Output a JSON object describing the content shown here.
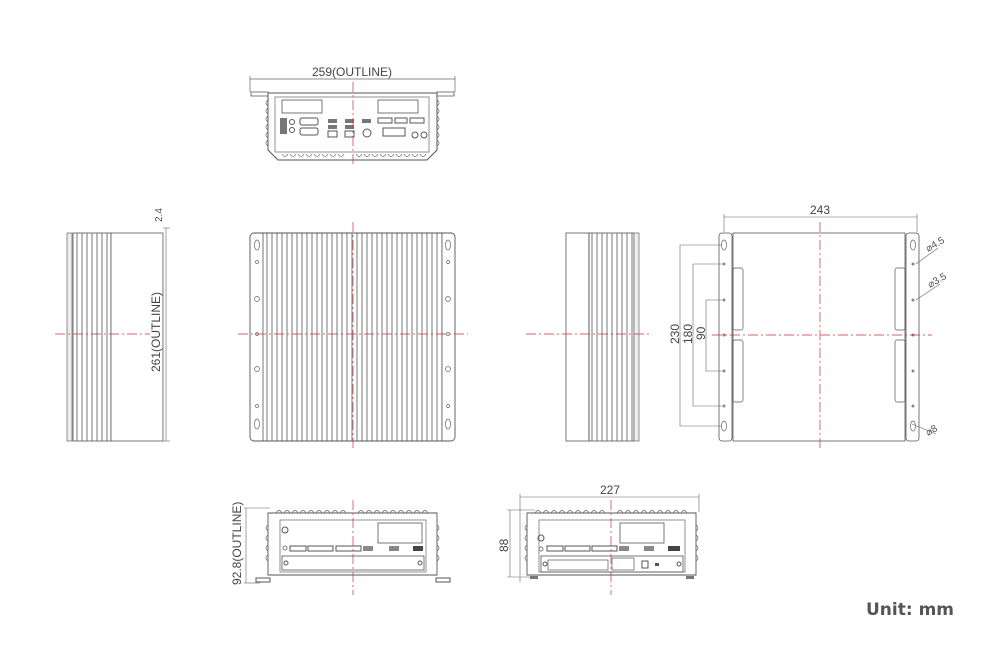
{
  "drawing": {
    "type": "mechanical dimension drawing",
    "views": [
      "rear-io-view",
      "left-side-view",
      "top-view",
      "right-side-view",
      "bottom-mount-view",
      "front-view-a",
      "front-view-b"
    ],
    "centerline_color": "#d0303a",
    "line_color": "#555555"
  },
  "dimensions": {
    "width_outline": "259(OUTLINE)",
    "top_offset": "2.4",
    "depth_outline": "261(OUTLINE)",
    "bottom_width": "243",
    "mount_230": "230",
    "mount_180": "180",
    "mount_90": "90",
    "hole_45": "⌀4.5",
    "hole_35": "⌀3.5",
    "hole_8": "⌀8",
    "height_outline": "92.8(OUTLINE)",
    "front_width": "227",
    "front_height": "88"
  },
  "unit_label": "Unit: mm"
}
